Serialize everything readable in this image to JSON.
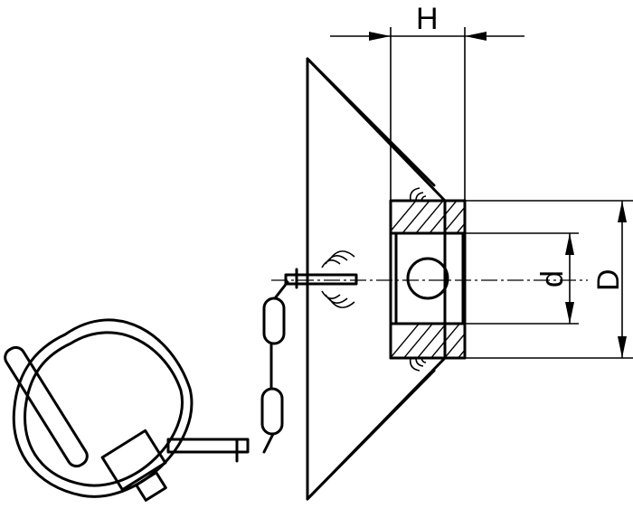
{
  "dimensions": {
    "H": "H",
    "D": "D",
    "d": "d"
  }
}
